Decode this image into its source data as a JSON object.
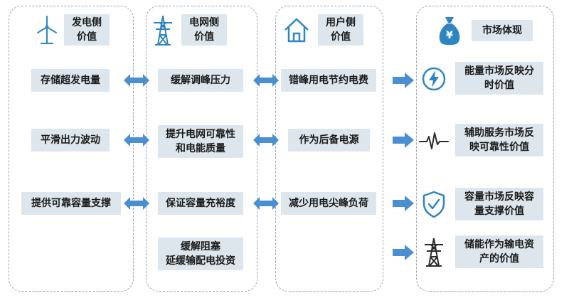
{
  "headers": {
    "generation": "发电侧\n价值",
    "grid": "电网侧\n价值",
    "user": "用户侧\n价值",
    "market": "市场体现"
  },
  "generation_items": [
    "存储超发电量",
    "平滑出力波动",
    "提供可靠容量支撑"
  ],
  "grid_items": [
    "缓解调峰压力",
    "提升电网可靠性\n和电能质量",
    "保证容量充裕度",
    "缓解阻塞\n延缓输配电投资"
  ],
  "user_items": [
    "错峰用电节约电费",
    "作为后备电源",
    "减少用电尖峰负荷"
  ],
  "market_items": [
    "能量市场反映分\n时价值",
    "辅助服务市场反\n映可靠性价值",
    "容量市场反映容\n量支撑价值",
    "储能作为输电资\n产的价值"
  ],
  "icons": {
    "generation": "wind-turbine-icon",
    "grid": "transmission-tower-icon",
    "user": "house-icon",
    "market": "money-bag-icon",
    "energy": "lightning-icon",
    "ancillary": "pulse-icon",
    "capacity": "shield-check-icon",
    "transmission": "transmission-tower-icon"
  },
  "money_symbol": "¥",
  "colors": {
    "box": "#dde6ec",
    "accent": "#2e86c1",
    "arrow": "#4a8fd0",
    "icon": "#2b2b2b"
  }
}
